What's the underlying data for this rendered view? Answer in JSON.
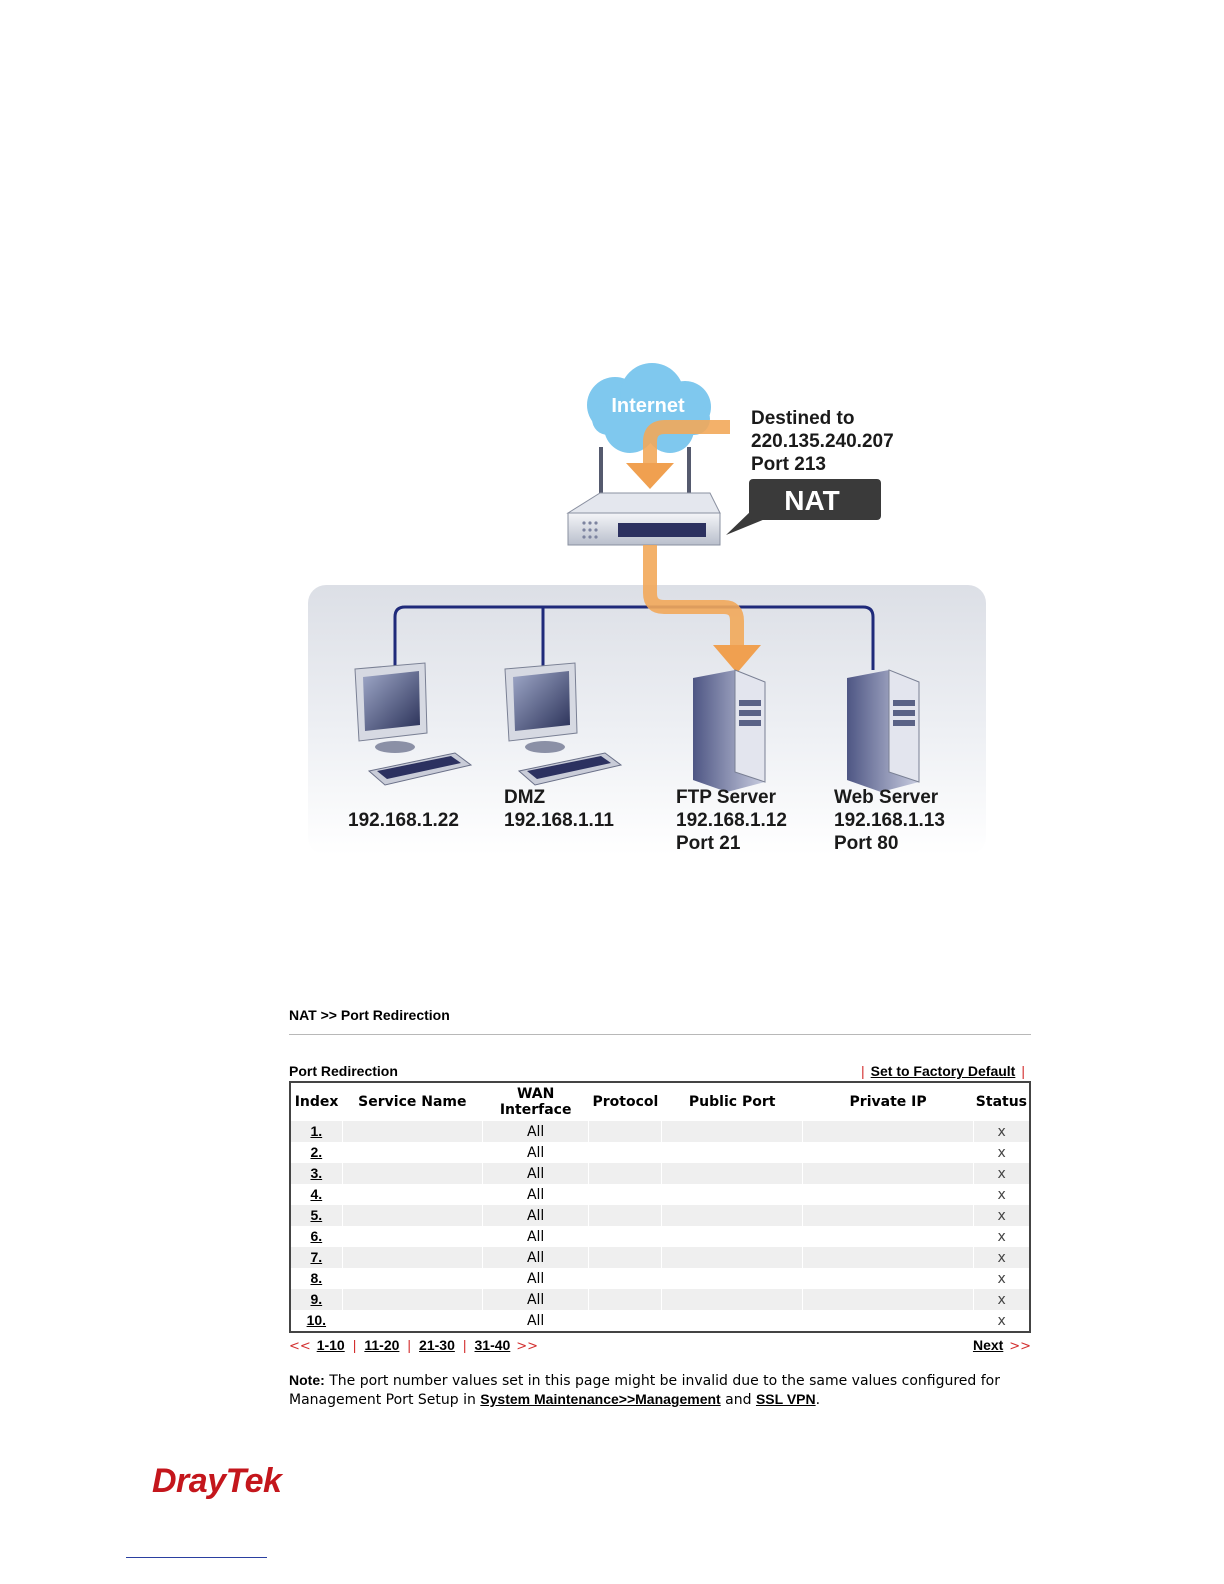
{
  "diagram": {
    "cloud_label": "Internet",
    "destination": [
      "Destined to",
      "220.135.240.207",
      "Port 213"
    ],
    "nat_label": "NAT",
    "hosts": [
      {
        "lines": [
          "",
          "192.168.1.22",
          ""
        ]
      },
      {
        "lines": [
          "DMZ",
          "192.168.1.11",
          ""
        ]
      },
      {
        "lines": [
          "FTP Server",
          "192.168.1.12",
          "Port 21"
        ]
      },
      {
        "lines": [
          "Web Server",
          "192.168.1.13",
          "Port 80"
        ]
      }
    ]
  },
  "ui": {
    "breadcrumb": "NAT >> Port Redirection",
    "section_title": "Port Redirection",
    "factory_default": "Set to Factory Default",
    "columns": [
      "Index",
      "Service Name",
      "WAN Interface",
      "Protocol",
      "Public Port",
      "Private IP",
      "Status"
    ],
    "rows": [
      {
        "index": "1.",
        "service": "",
        "wan": "All",
        "protocol": "",
        "public_port": "",
        "private_ip": "",
        "status": "x"
      },
      {
        "index": "2.",
        "service": "",
        "wan": "All",
        "protocol": "",
        "public_port": "",
        "private_ip": "",
        "status": "x"
      },
      {
        "index": "3.",
        "service": "",
        "wan": "All",
        "protocol": "",
        "public_port": "",
        "private_ip": "",
        "status": "x"
      },
      {
        "index": "4.",
        "service": "",
        "wan": "All",
        "protocol": "",
        "public_port": "",
        "private_ip": "",
        "status": "x"
      },
      {
        "index": "5.",
        "service": "",
        "wan": "All",
        "protocol": "",
        "public_port": "",
        "private_ip": "",
        "status": "x"
      },
      {
        "index": "6.",
        "service": "",
        "wan": "All",
        "protocol": "",
        "public_port": "",
        "private_ip": "",
        "status": "x"
      },
      {
        "index": "7.",
        "service": "",
        "wan": "All",
        "protocol": "",
        "public_port": "",
        "private_ip": "",
        "status": "x"
      },
      {
        "index": "8.",
        "service": "",
        "wan": "All",
        "protocol": "",
        "public_port": "",
        "private_ip": "",
        "status": "x"
      },
      {
        "index": "9.",
        "service": "",
        "wan": "All",
        "protocol": "",
        "public_port": "",
        "private_ip": "",
        "status": "x"
      },
      {
        "index": "10.",
        "service": "",
        "wan": "All",
        "protocol": "",
        "public_port": "",
        "private_ip": "",
        "status": "x"
      }
    ],
    "pager": {
      "prev_arrow": "<<",
      "pages": [
        "1-10",
        "11-20",
        "21-30",
        "31-40"
      ],
      "next_arrow": ">>",
      "next_label": "Next"
    },
    "note": {
      "label": "Note:",
      "text_1": " The port number values set in this page might be invalid due to the same values configured for Management Port Setup in ",
      "link_1": "System Maintenance>>Management",
      "text_2": " and",
      "link_2": "SSL VPN",
      "text_3": "."
    }
  },
  "brand": "DrayTek",
  "colors": {
    "accent_red": "#c4161c",
    "flow_orange": "#f0a050",
    "network_blue": "#1f2a7a"
  }
}
